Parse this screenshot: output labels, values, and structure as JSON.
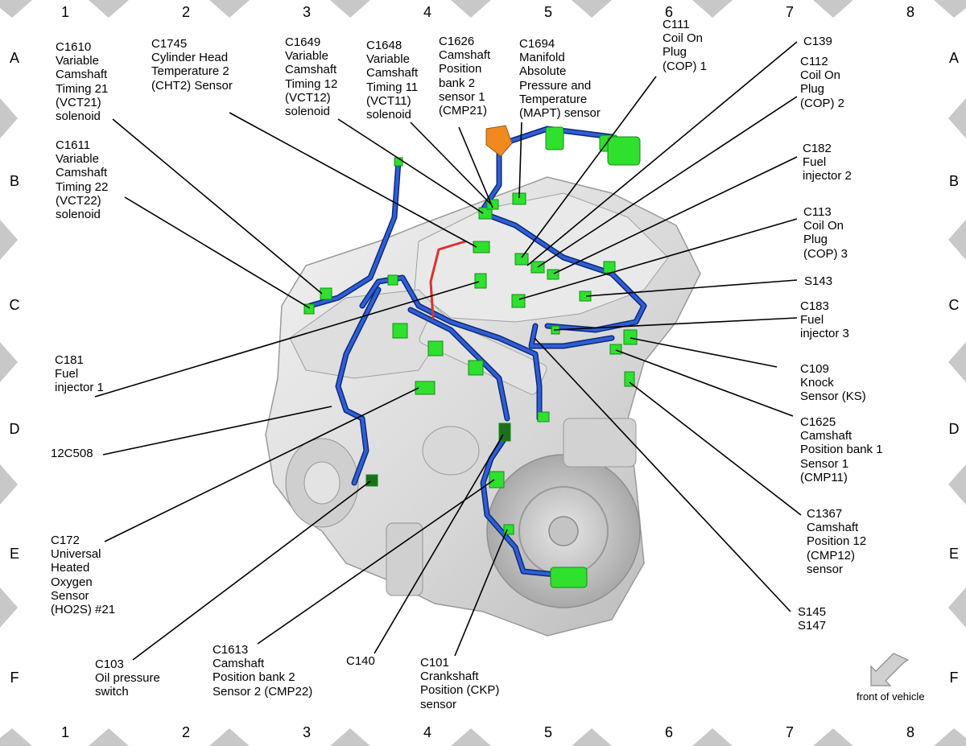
{
  "grid": {
    "columns": [
      "1",
      "2",
      "3",
      "4",
      "5",
      "6",
      "7",
      "8"
    ],
    "rows": [
      "A",
      "B",
      "C",
      "D",
      "E",
      "F"
    ]
  },
  "labels": {
    "c1610": "C1610\nVariable\nCamshaft\nTiming 21\n(VCT21)\nsolenoid",
    "c1745": "C1745\nCylinder Head\nTemperature 2\n(CHT2) Sensor",
    "c1649": "C1649\nVariable\nCamshaft\nTiming 12\n(VCT12)\nsolenoid",
    "c1648": "C1648\nVariable\nCamshaft\nTiming 11\n(VCT11)\nsolenoid",
    "c1626": "C1626\nCamshaft\nPosition\nbank 2\nsensor 1\n(CMP21)",
    "c1694": "C1694\nManifold\nAbsolute\nPressure and\nTemperature\n(MAPT) sensor",
    "c111": "C111\nCoil On\nPlug\n(COP) 1",
    "c139": "C139",
    "c112": "C112\nCoil On\nPlug\n(COP) 2",
    "c1611": "C1611\nVariable\nCamshaft\nTiming 22\n(VCT22)\nsolenoid",
    "c182": "C182\nFuel\ninjector 2",
    "c113": "C113\nCoil On\nPlug\n(COP) 3",
    "s143": "S143",
    "c183": "C183\nFuel\ninjector 3",
    "c181": "C181\nFuel\ninjector 1",
    "c109": "C109\nKnock\nSensor (KS)",
    "c1625": "C1625\nCamshaft\nPosition bank 1\nSensor 1\n(CMP11)",
    "c12c508": "12C508",
    "c1367": "C1367\nCamshaft\nPosition 12\n(CMP12)\nsensor",
    "c172": "C172\nUniversal\nHeated\nOxygen\nSensor\n(HO2S) #21",
    "s145": "S145\nS147",
    "c103": "C103\nOil pressure\nswitch",
    "c1613": "C1613\nCamshaft\nPosition bank 2\nSensor 2 (CMP22)",
    "c140": "C140",
    "c101": "C101\nCrankshaft\nPosition (CKP)\nsensor"
  },
  "front_of_vehicle": "front of vehicle",
  "colors": {
    "harness": "#1f49b5",
    "harness_dark": "#0e2a78",
    "connector": "#2fe02f",
    "connector_dark": "#178a17",
    "orange_connector": "#f08a1e",
    "red_wire": "#e03030",
    "engine": "#d9d9d9",
    "border_triangle": "#c8c8c8"
  }
}
